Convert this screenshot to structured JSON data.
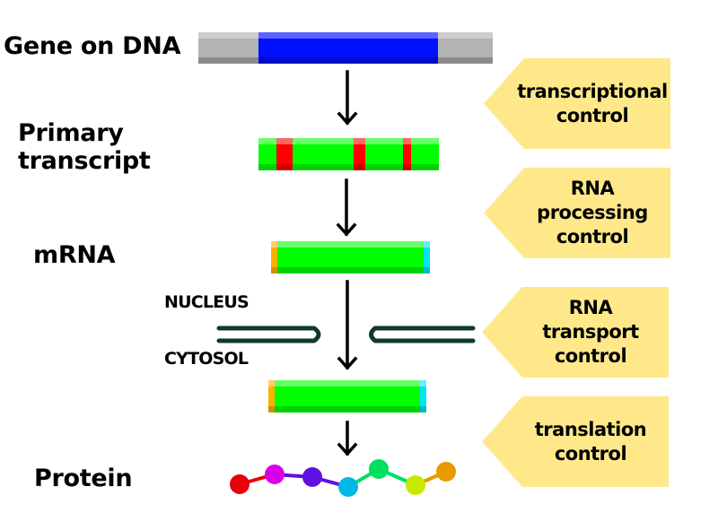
{
  "stages": {
    "gene": "Gene on DNA",
    "primary_1": "Primary",
    "primary_2": "transcript",
    "mrna": "mRNA",
    "protein": "Protein"
  },
  "compartments": {
    "nucleus": "NUCLEUS",
    "cytosol": "CYTOSOL"
  },
  "controls": [
    {
      "lines": [
        "transcriptional",
        "control"
      ]
    },
    {
      "lines": [
        "RNA",
        "processing",
        "control"
      ]
    },
    {
      "lines": [
        "RNA",
        "transport",
        "control"
      ]
    },
    {
      "lines": [
        "translation",
        "control"
      ]
    }
  ],
  "colors": {
    "gene_coding": "#0011ff",
    "gene_flank": "#b3b3b3",
    "exon": "#00ff00",
    "intron": "#ff0000",
    "cap": "#ffb000",
    "tail": "#00e5ee",
    "tag_fill": "#ffe88a",
    "membrane": "#0f3a2a",
    "amino_acids": [
      "#e8000a",
      "#d800e8",
      "#6010e0",
      "#00b8e8",
      "#00e060",
      "#c8e800",
      "#e89a00"
    ]
  }
}
